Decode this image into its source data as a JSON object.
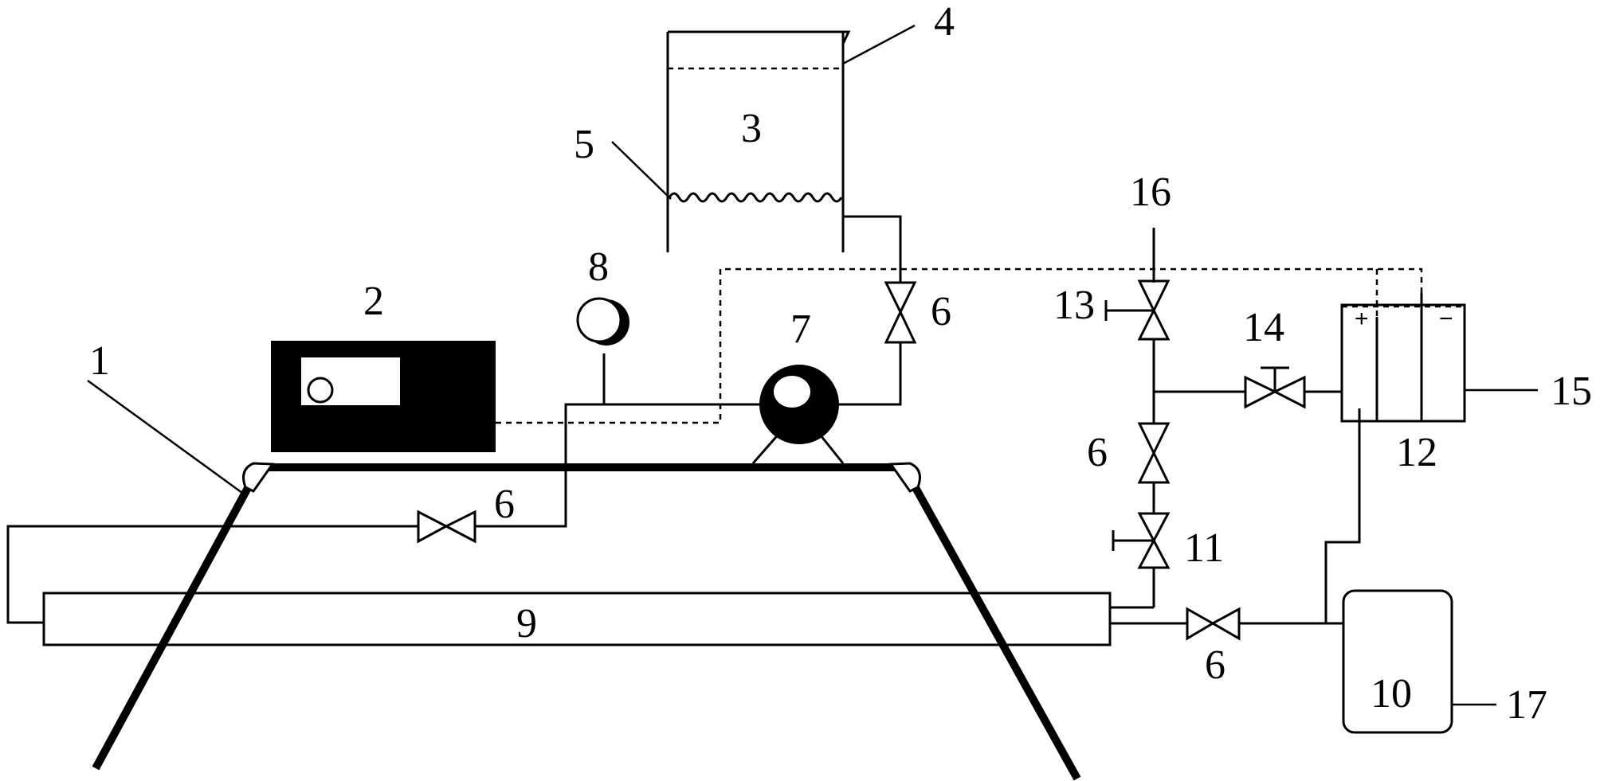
{
  "labels": {
    "l1": "1",
    "l2": "2",
    "l3": "3",
    "l4": "4",
    "l5": "5",
    "l6_top": "6",
    "l6_left": "6",
    "l6_mid": "6",
    "l6_bottom": "6",
    "l7": "7",
    "l8": "8",
    "l9": "9",
    "l10": "10",
    "l11": "11",
    "l12": "12",
    "l13": "13",
    "l14": "14",
    "l15": "15",
    "l16": "16",
    "l17": "17"
  },
  "electrode_marks": {
    "positive": "+",
    "negative": "−"
  }
}
